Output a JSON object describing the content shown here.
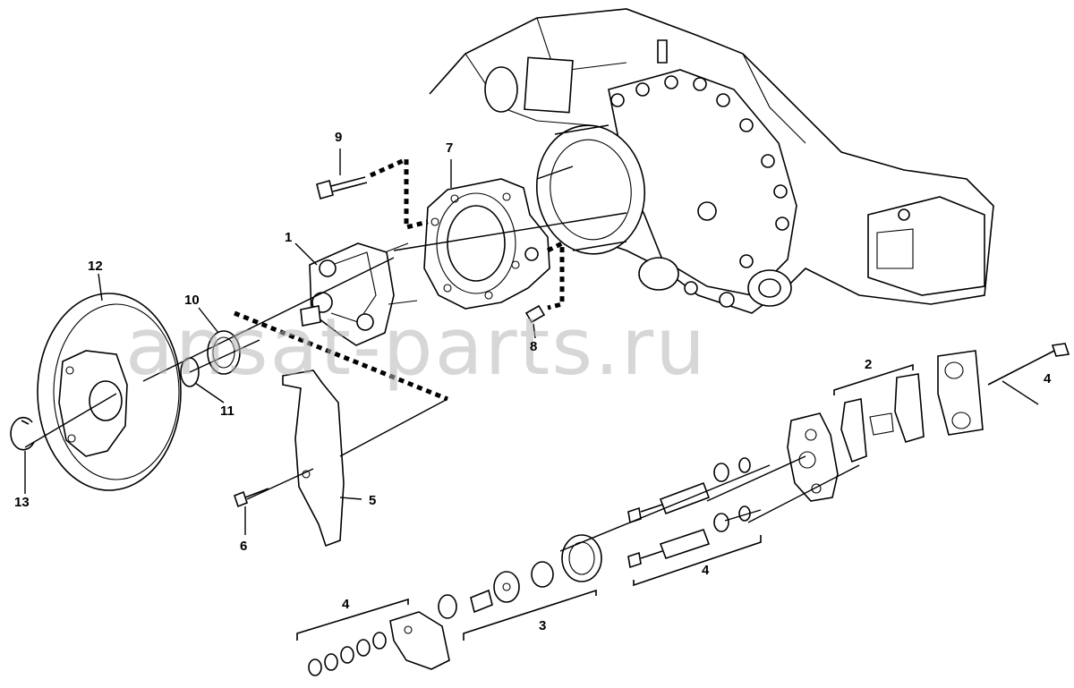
{
  "watermark": "ansat-parts.ru",
  "callouts": {
    "c1": "1",
    "c2": "2",
    "c3": "3",
    "c4a": "4",
    "c4b": "4",
    "c4c": "4",
    "c5": "5",
    "c6": "6",
    "c7": "7",
    "c8": "8",
    "c9": "9",
    "c10": "10",
    "c11": "11",
    "c12": "12",
    "c13": "13"
  }
}
